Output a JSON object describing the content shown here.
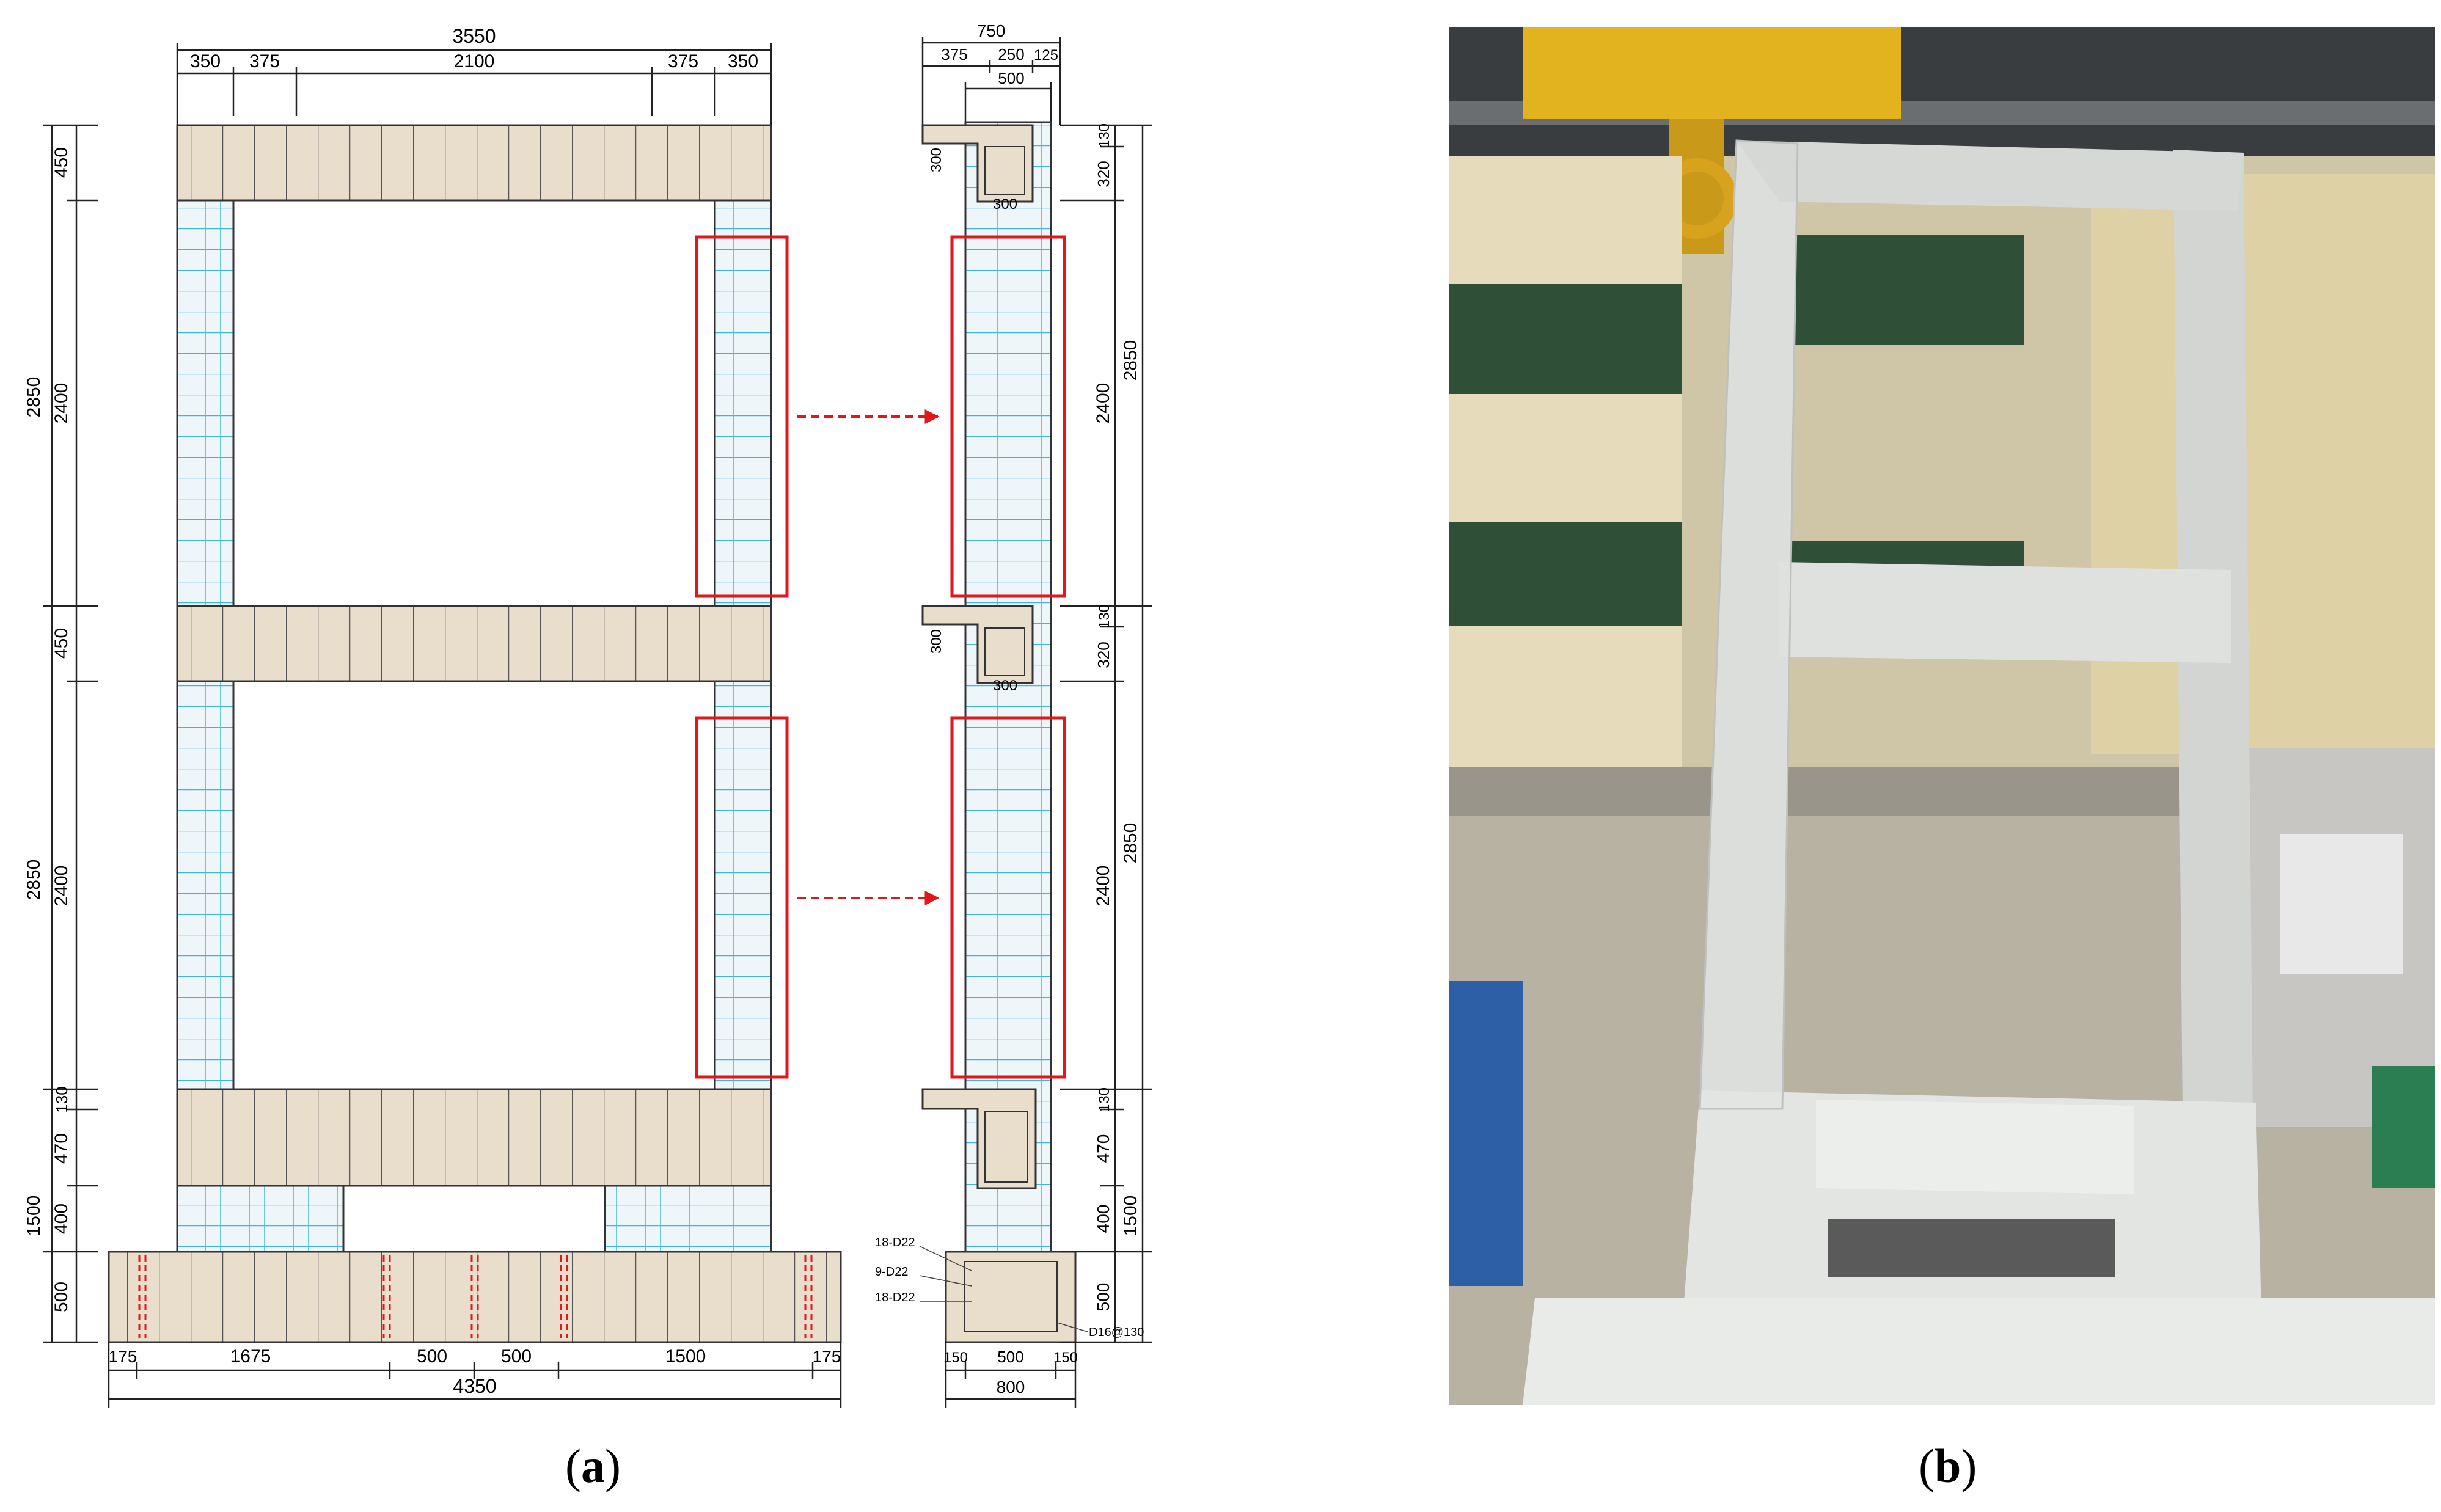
{
  "figure": {
    "caption_a": {
      "open": "(",
      "letter": "a",
      "close": ")"
    },
    "caption_b": {
      "open": "(",
      "letter": "b",
      "close": ")"
    }
  },
  "elevation": {
    "top_dims": [
      "3550",
      "350",
      "375",
      "2100",
      "375",
      "350"
    ],
    "left_dims": [
      "450",
      "2850",
      "2400",
      "450",
      "2850",
      "2400",
      "130",
      "470",
      "400",
      "1500",
      "500"
    ],
    "bottom_dims": [
      "175",
      "1675",
      "500",
      "500",
      "1500",
      "175",
      "4350"
    ]
  },
  "section": {
    "top_dims": [
      "750",
      "375",
      "250",
      "125",
      "500"
    ],
    "beam_dims": [
      "300",
      "300",
      "300",
      "300"
    ],
    "right_dims": [
      "130",
      "320",
      "2850",
      "2400",
      "130",
      "320",
      "2850",
      "2400",
      "130",
      "470",
      "400",
      "1500",
      "500"
    ],
    "rebar_labels": [
      "18-D22",
      "9-D22",
      "18-D22",
      "D16@130"
    ],
    "bottom_dims": [
      "150",
      "500",
      "150",
      "800"
    ]
  },
  "colors": {
    "concrete_fill": "#e9ddcb",
    "rebar_blue": "#3fb6e0",
    "highlight_red": "#e0171b",
    "line": "#333333"
  }
}
